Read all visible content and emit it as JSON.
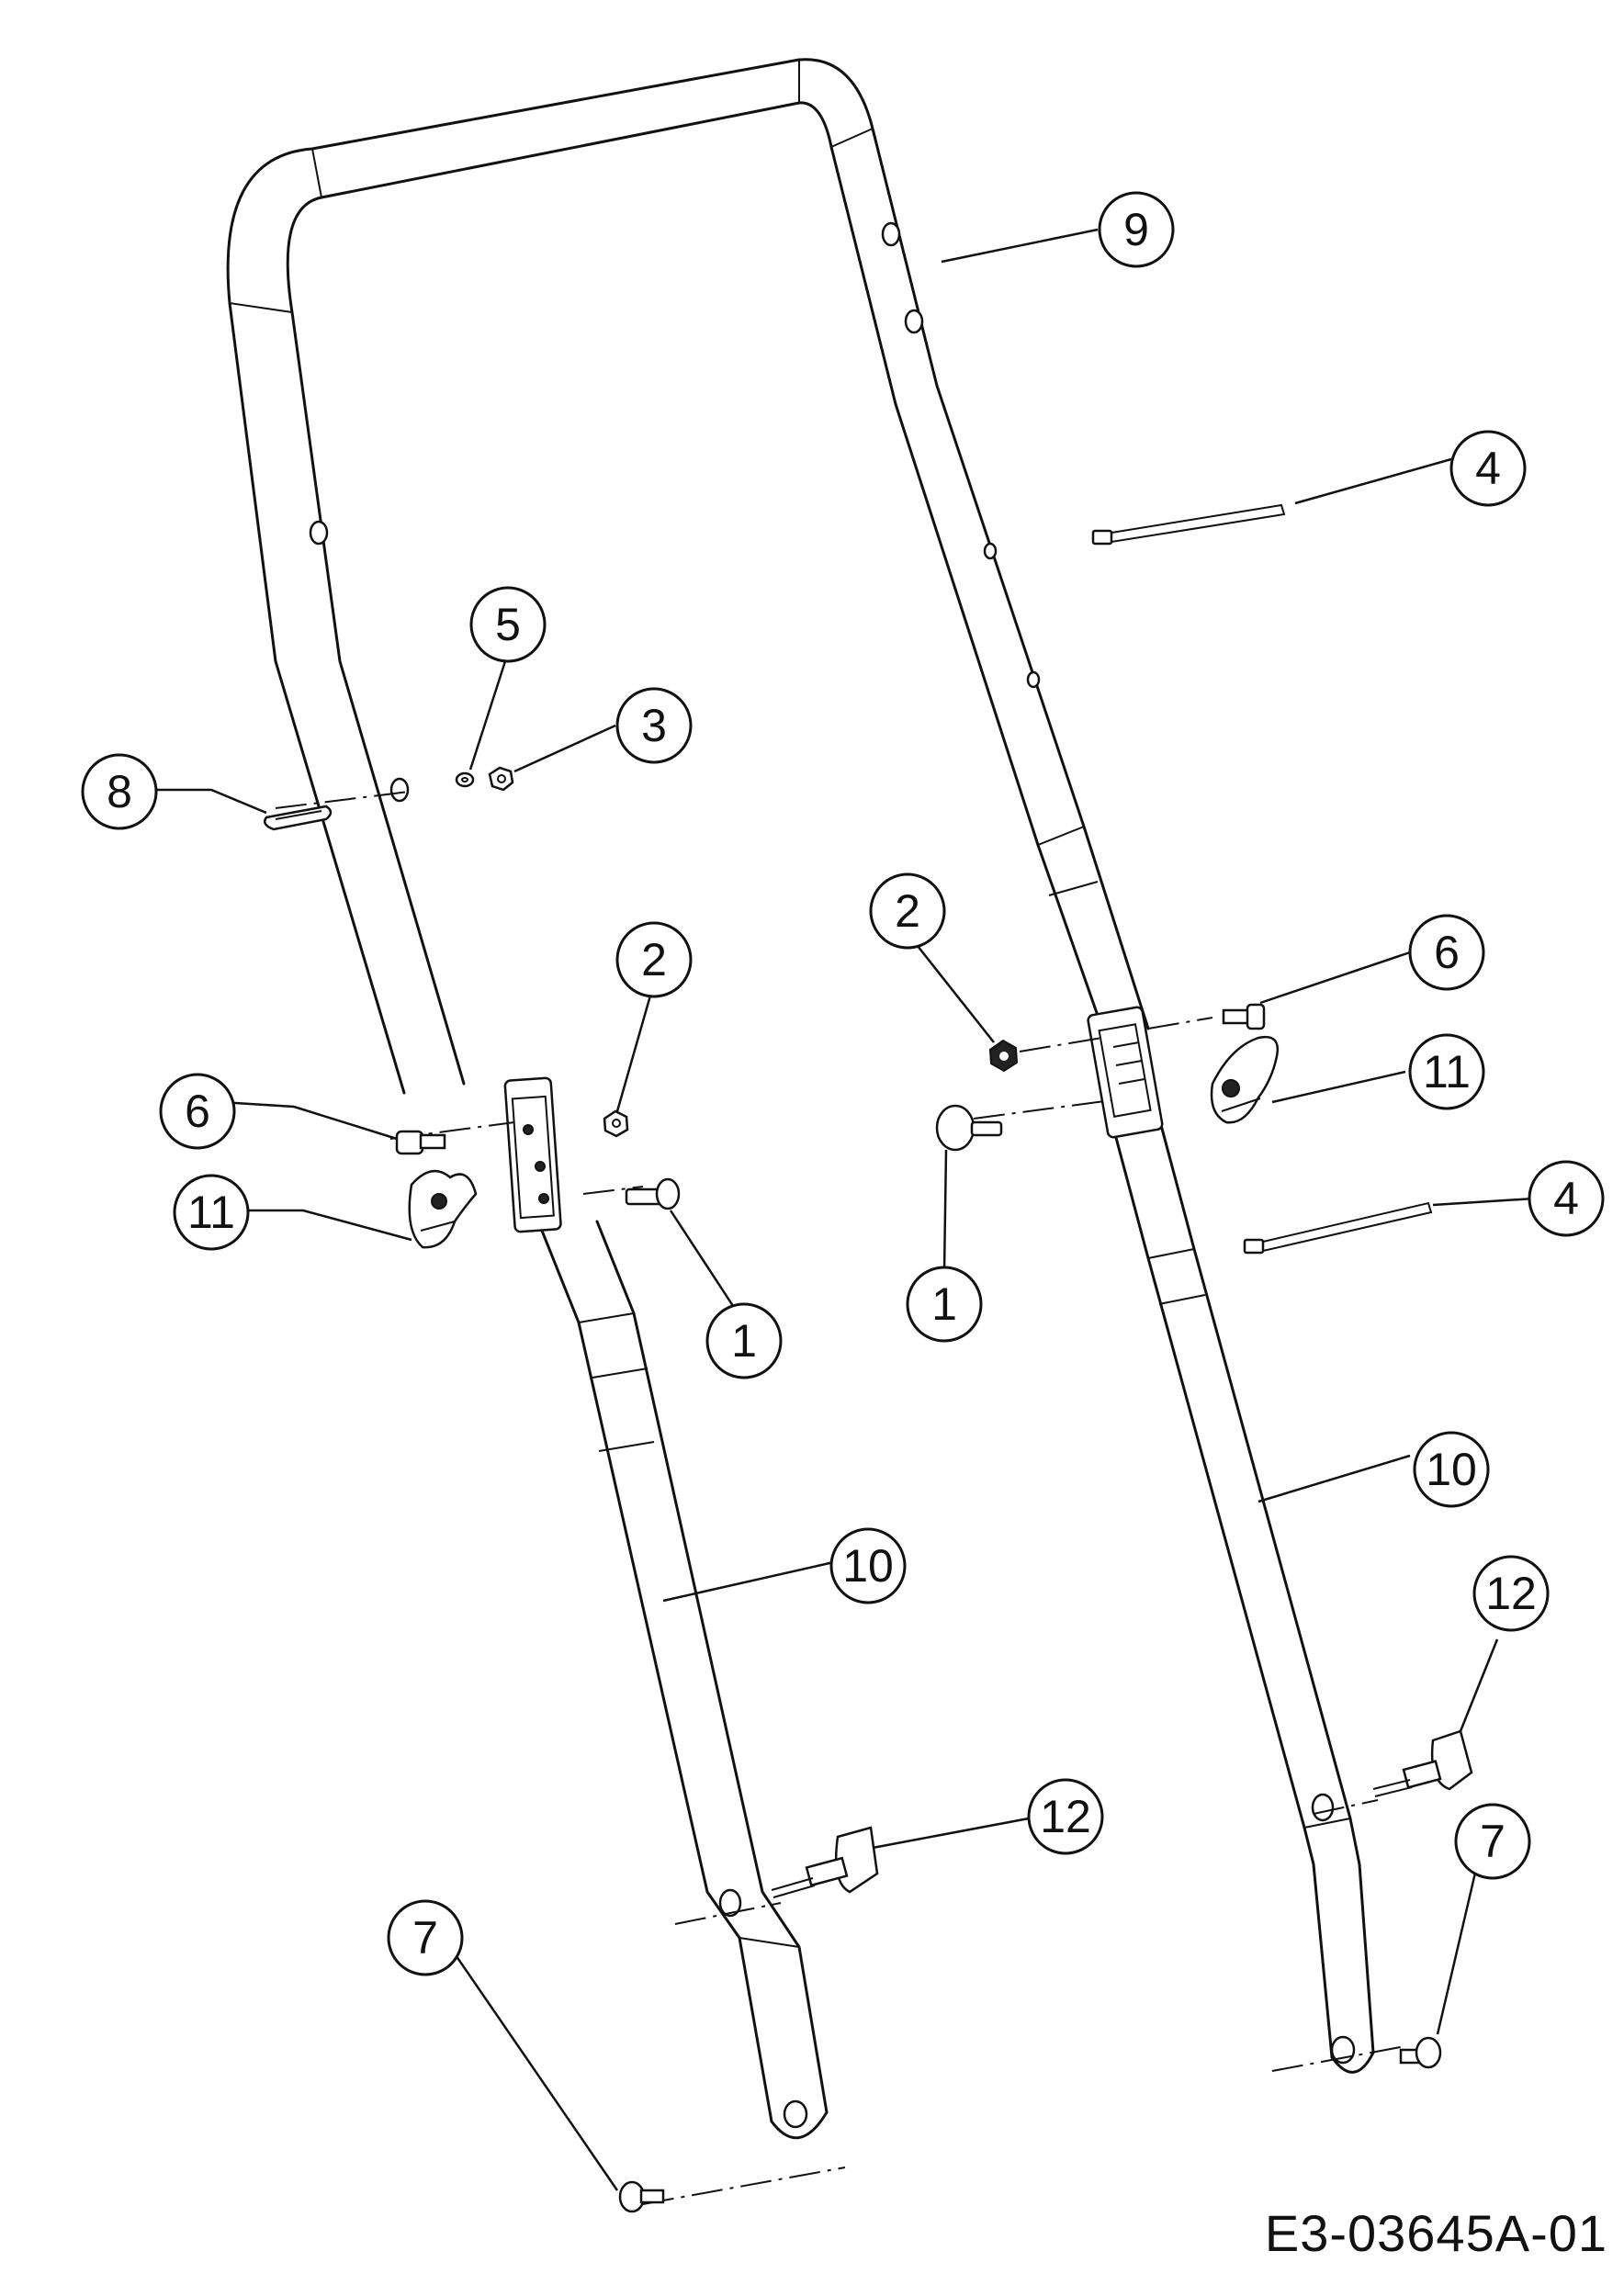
{
  "drawing_number": "E3-03645A-01",
  "callouts": [
    {
      "id": "callout-9",
      "label": "9"
    },
    {
      "id": "callout-4-top",
      "label": "4"
    },
    {
      "id": "callout-5",
      "label": "5"
    },
    {
      "id": "callout-3",
      "label": "3"
    },
    {
      "id": "callout-8",
      "label": "8"
    },
    {
      "id": "callout-2-right",
      "label": "2"
    },
    {
      "id": "callout-6-right",
      "label": "6"
    },
    {
      "id": "callout-2-left",
      "label": "2"
    },
    {
      "id": "callout-11-right",
      "label": "11"
    },
    {
      "id": "callout-6-left",
      "label": "6"
    },
    {
      "id": "callout-4-bottom",
      "label": "4"
    },
    {
      "id": "callout-11-left",
      "label": "11"
    },
    {
      "id": "callout-1-right",
      "label": "1"
    },
    {
      "id": "callout-1-left",
      "label": "1"
    },
    {
      "id": "callout-10-right",
      "label": "10"
    },
    {
      "id": "callout-10-left",
      "label": "10"
    },
    {
      "id": "callout-12-right",
      "label": "12"
    },
    {
      "id": "callout-12-left",
      "label": "12"
    },
    {
      "id": "callout-7-right",
      "label": "7"
    },
    {
      "id": "callout-7-left",
      "label": "7"
    }
  ]
}
